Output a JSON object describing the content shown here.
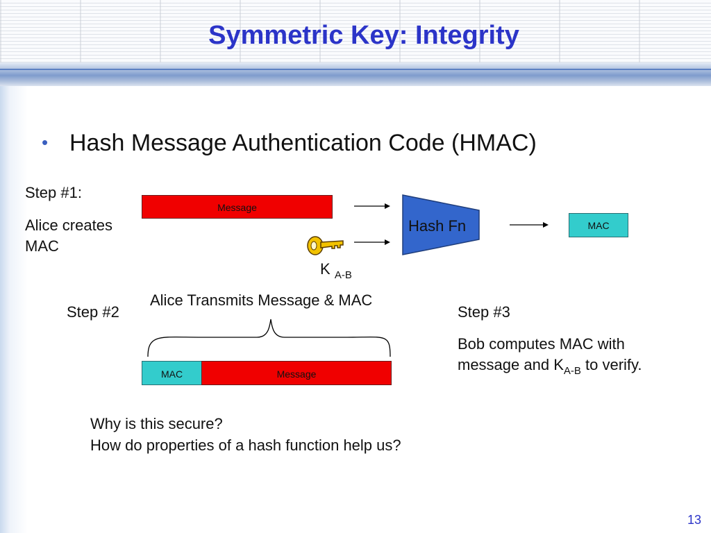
{
  "slide": {
    "title": "Symmetric Key: Integrity",
    "bullet": "Hash Message Authentication Code (HMAC)",
    "page_number": "13"
  },
  "step1": {
    "label": "Step #1:",
    "line1": "Alice creates",
    "line2": "MAC",
    "message_box": "Message",
    "hash_fn": "Hash Fn",
    "mac_box": "MAC",
    "key_letter": "K",
    "key_subscript": "A-B"
  },
  "step2": {
    "label": "Step #2",
    "caption": "Alice Transmits Message & MAC",
    "mac_box": "MAC",
    "message_box": "Message"
  },
  "step3": {
    "label": "Step #3",
    "line1": "Bob computes MAC with",
    "line2_prefix": "message and K",
    "line2_sub": "A-B",
    "line2_suffix": " to verify."
  },
  "question": {
    "line1": "Why is this secure?",
    "line2": "How do properties of a hash function help us?"
  },
  "colors": {
    "title": "#2b34c8",
    "message_fill": "#f00000",
    "mac_fill": "#33cccc",
    "hash_fill": "#3366cc",
    "key_fill": "#f2c200"
  },
  "icons": {
    "key": "key-icon",
    "arrow": "arrow-right-icon",
    "brace": "curly-brace-icon"
  }
}
